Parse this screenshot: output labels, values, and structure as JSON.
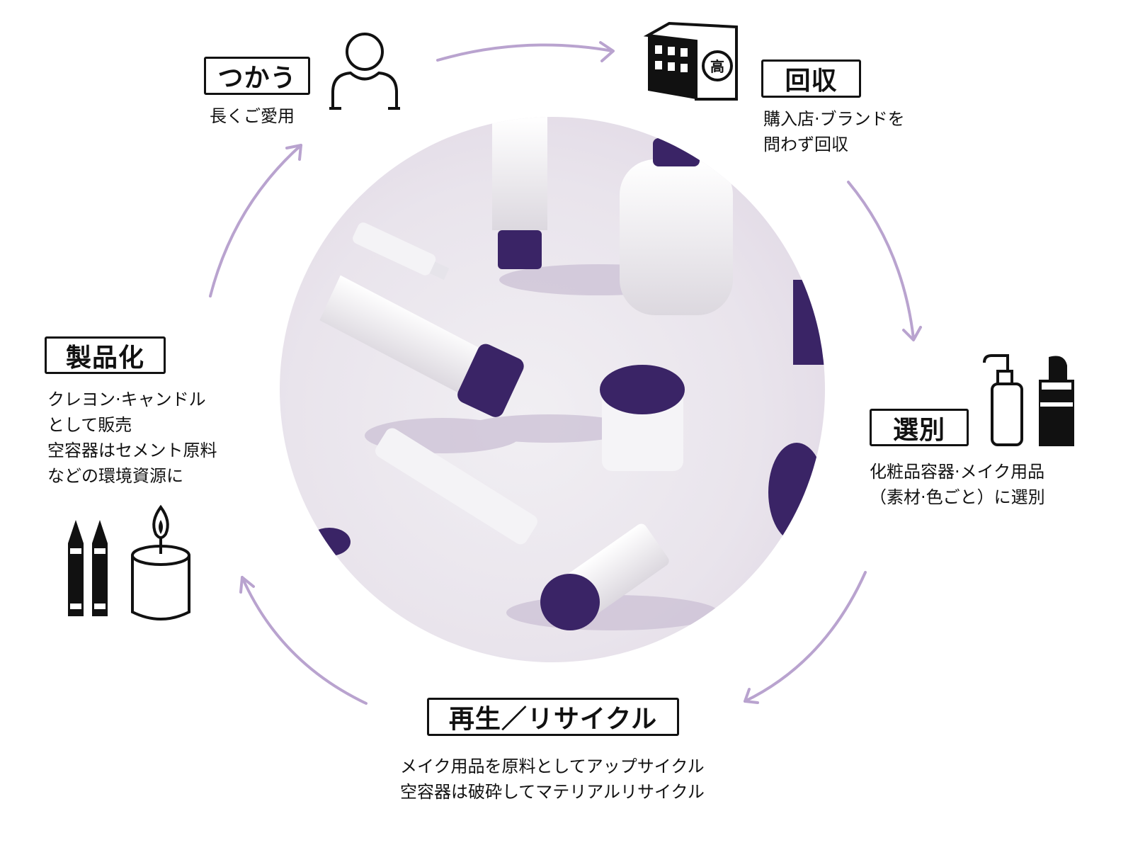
{
  "steps": {
    "use": {
      "title": "つかう",
      "lines": [
        "長くご愛用"
      ],
      "icon": "person-icon"
    },
    "collect": {
      "title": "回収",
      "lines": [
        "購入店·ブランドを",
        "問わず回収"
      ],
      "icon": "store-building-icon"
    },
    "sort": {
      "title": "選別",
      "lines": [
        "化粧品容器·メイク用品",
        "（素材·色ごと）に選別"
      ],
      "icon": "pump-bottle-lipstick-icon"
    },
    "recycle": {
      "title": "再生／リサイクル",
      "lines": [
        "メイク用品を原料としてアップサイクル",
        "空容器は破砕してマテリアルリサイクル"
      ]
    },
    "productize": {
      "title": "製品化",
      "lines": [
        "クレヨン·キャンドル",
        "として販売",
        "空容器はセメント原料",
        "などの環境資源に"
      ],
      "icon": "crayon-candle-icon"
    }
  },
  "colors": {
    "arrow": "#b9a3cf",
    "cap": "#3a2466",
    "text": "#111111"
  }
}
